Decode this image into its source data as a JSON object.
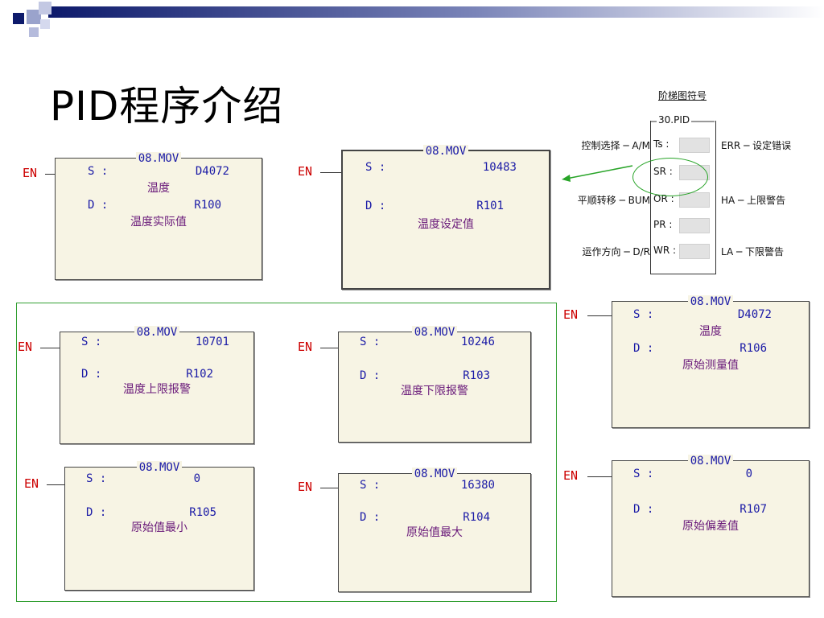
{
  "slide": {
    "title": "PID程序介绍",
    "colors": {
      "accent": "#1a1aa6",
      "en_color": "#cc0000",
      "cn_color": "#6a1a7a",
      "box_bg": "#f7f4e4",
      "frame_green": "#33a033"
    }
  },
  "en_label": "EN",
  "blocks": [
    {
      "id": "mov1",
      "title": "08.MOV",
      "s_label": "S :",
      "s_value": "D4072",
      "s_desc": "温度",
      "d_label": "D :",
      "d_value": "R100",
      "d_desc": "温度实际值"
    },
    {
      "id": "mov2",
      "title": "08.MOV",
      "s_label": "S :",
      "s_value": "10483",
      "s_desc": "",
      "d_label": "D :",
      "d_value": "R101",
      "d_desc": "温度设定值"
    },
    {
      "id": "mov3",
      "title": "08.MOV",
      "s_label": "S :",
      "s_value": "10701",
      "s_desc": "",
      "d_label": "D :",
      "d_value": "R102",
      "d_desc": "温度上限报警"
    },
    {
      "id": "mov4",
      "title": "08.MOV",
      "s_label": "S :",
      "s_value": "10246",
      "s_desc": "",
      "d_label": "D :",
      "d_value": "R103",
      "d_desc": "温度下限报警"
    },
    {
      "id": "mov5",
      "title": "08.MOV",
      "s_label": "S :",
      "s_value": "0",
      "s_desc": "",
      "d_label": "D :",
      "d_value": "R105",
      "d_desc": "原始值最小"
    },
    {
      "id": "mov6",
      "title": "08.MOV",
      "s_label": "S :",
      "s_value": "16380",
      "s_desc": "",
      "d_label": "D :",
      "d_value": "R104",
      "d_desc": "原始值最大"
    },
    {
      "id": "mov7",
      "title": "08.MOV",
      "s_label": "S :",
      "s_value": "D4072",
      "s_desc": "温度",
      "d_label": "D :",
      "d_value": "R106",
      "d_desc": "原始测量值"
    },
    {
      "id": "mov8",
      "title": "08.MOV",
      "s_label": "S :",
      "s_value": "0",
      "s_desc": "",
      "d_label": "D :",
      "d_value": "R107",
      "d_desc": "原始偏差值"
    }
  ],
  "pid": {
    "header": "阶梯图符号",
    "name": "30.PID",
    "rows": [
      "Ts :",
      "SR :",
      "OR :",
      "PR :",
      "WR :"
    ],
    "left_labels": [
      "控制选择 ─ A/M",
      "平顺转移 ─ BUM",
      "运作方向 ─ D/R"
    ],
    "right_labels": [
      "ERR ─ 设定错误",
      "HA ─ 上限警告",
      "LA ─ 下限警告"
    ]
  }
}
